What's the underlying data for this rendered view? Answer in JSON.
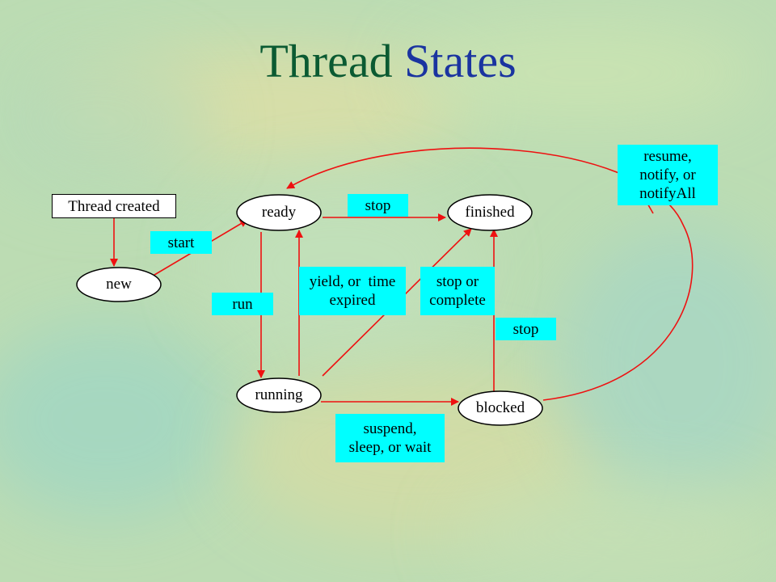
{
  "title": {
    "word1": "Thread",
    "word2": "States"
  },
  "colors": {
    "arrow": "#ee1111",
    "label_bg": "#00ffff",
    "title_dark": "#0b5a32",
    "title_blue": "#1a34a0"
  },
  "diagram": {
    "start_box": "Thread created",
    "states": {
      "new": "new",
      "ready": "ready",
      "running": "running",
      "finished": "finished",
      "blocked": "blocked"
    },
    "transitions": {
      "start": "start",
      "run": "run",
      "stop_ready": "stop",
      "yield_line1": "yield, or  time",
      "yield_line2": "expired",
      "stop_or_line1": "stop or",
      "stop_or_line2": "complete",
      "stop_blocked": "stop",
      "suspend_line1": "suspend,",
      "suspend_line2": "sleep, or wait",
      "resume_line1": "resume,",
      "resume_line2": "notify, or",
      "resume_line3": "notifyAll"
    }
  }
}
